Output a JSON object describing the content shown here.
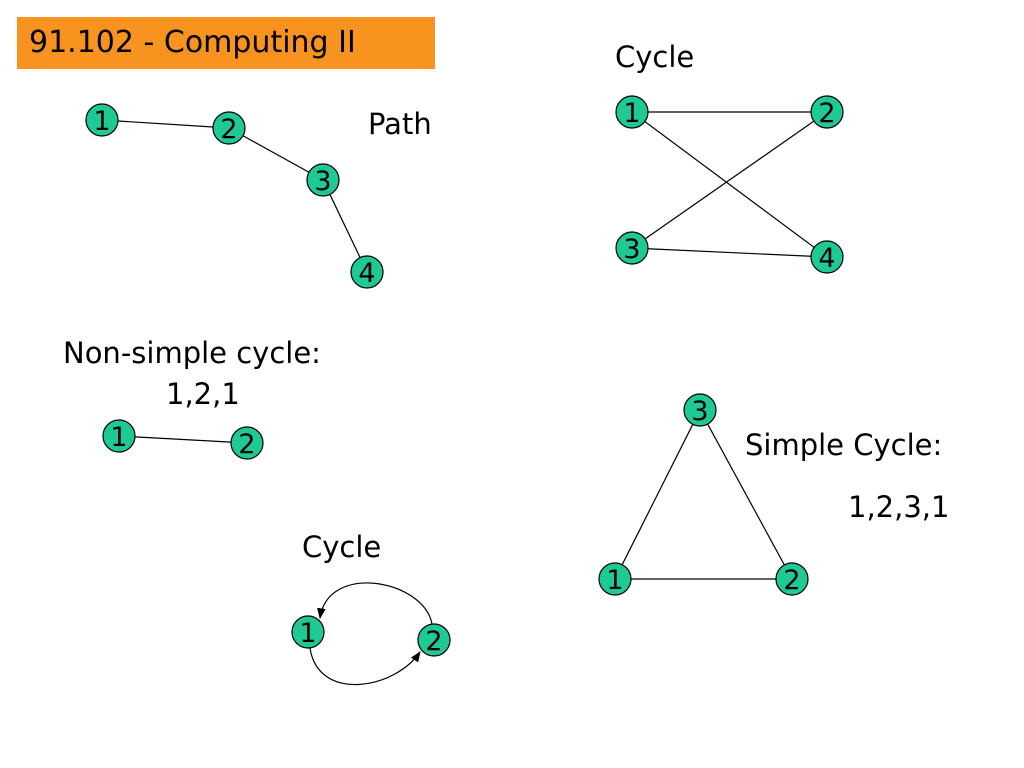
{
  "course_title": "91.102 - Computing II",
  "colors": {
    "banner": "#f7931e",
    "node_fill": "#1ec996",
    "edge": "#000000"
  },
  "labels": {
    "path": "Path",
    "cycle_top": "Cycle",
    "non_simple_title": "Non-simple cycle:",
    "non_simple_seq": "1,2,1",
    "simple_title": "Simple Cycle:",
    "simple_seq": "1,2,3,1",
    "cycle_bottom": "Cycle"
  },
  "graphs": {
    "path": {
      "nodes": [
        "1",
        "2",
        "3",
        "4"
      ],
      "edges": [
        [
          "1",
          "2"
        ],
        [
          "2",
          "3"
        ],
        [
          "3",
          "4"
        ]
      ]
    },
    "cycle_top": {
      "nodes": [
        "1",
        "2",
        "3",
        "4"
      ],
      "edges": [
        [
          "1",
          "2"
        ],
        [
          "1",
          "4"
        ],
        [
          "2",
          "3"
        ],
        [
          "3",
          "4"
        ]
      ]
    },
    "non_simple": {
      "nodes": [
        "1",
        "2"
      ],
      "edges": [
        [
          "1",
          "2"
        ]
      ]
    },
    "simple_cycle": {
      "nodes": [
        "1",
        "2",
        "3"
      ],
      "edges": [
        [
          "1",
          "2"
        ],
        [
          "2",
          "3"
        ],
        [
          "3",
          "1"
        ]
      ]
    },
    "cycle_bottom": {
      "nodes": [
        "1",
        "2"
      ],
      "directed_edges": [
        [
          "1",
          "2"
        ],
        [
          "2",
          "1"
        ]
      ]
    }
  }
}
